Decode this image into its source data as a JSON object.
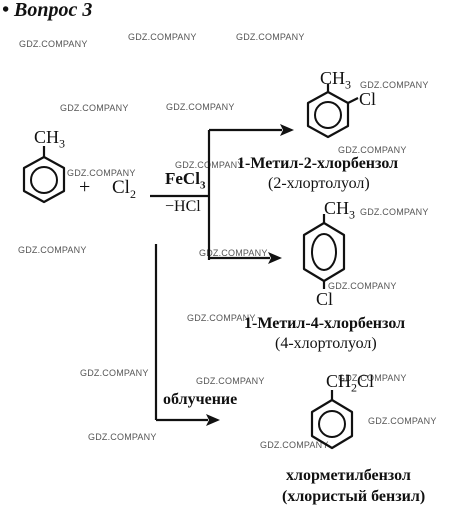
{
  "heading": "• Вопрос 3",
  "reactants": {
    "toluene_group": "CH",
    "toluene_sub": "3",
    "plus": "+",
    "cl2": "Cl",
    "cl2_sub": "2"
  },
  "conditions": {
    "catalyst": "FeCl",
    "catalyst_sub": "3",
    "byproduct": "−HCl",
    "light": "облучение"
  },
  "products": [
    {
      "group_top": "CH",
      "group_top_sub": "3",
      "group_side": "Cl",
      "name": "1-Метил-2-хлорбензол",
      "alt_name": "(2-хлортолуол)"
    },
    {
      "group_top": "CH",
      "group_top_sub": "3",
      "group_bottom": "Cl",
      "name": "1-Метил-4-хлорбензол",
      "alt_name": "(4-хлортолуол)"
    },
    {
      "group_top": "CH",
      "group_top_sub": "2",
      "group_top_tail": "Cl",
      "name": "хлорметилбензол",
      "alt_name": "(хлористый бензил)"
    }
  ],
  "watermark": "GDZ.COMPANY"
}
